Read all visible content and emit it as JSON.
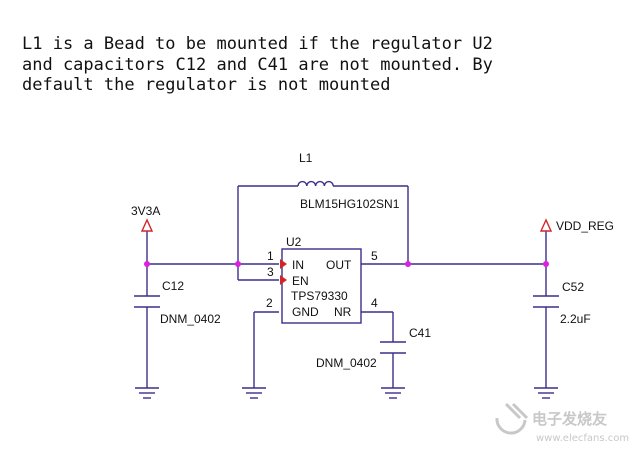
{
  "note": {
    "line1": "L1 is a Bead to be mounted if the regulator U2",
    "line2": "and capacitors C12 and C41 are not mounted. By",
    "line3": "default the regulator is not mounted"
  },
  "inductor": {
    "ref": "L1",
    "value": "BLM15HG102SN1"
  },
  "ic": {
    "ref": "U2",
    "part": "TPS79330",
    "pins": {
      "in": {
        "name": "IN",
        "number": "1"
      },
      "en": {
        "name": "EN",
        "number": "3"
      },
      "out": {
        "name": "OUT",
        "number": "5"
      },
      "gnd": {
        "name": "GND",
        "number": "2"
      },
      "nr": {
        "name": "NR",
        "number": "4"
      }
    }
  },
  "nets": {
    "input": "3V3A",
    "output": "VDD_REG"
  },
  "capacitors": {
    "c12": {
      "ref": "C12",
      "value": "DNM_0402"
    },
    "c41": {
      "ref": "C41",
      "value": "DNM_0402"
    },
    "c52": {
      "ref": "C52",
      "value": "2.2uF"
    }
  },
  "colors": {
    "wire": "#3a2f8a",
    "pin_marker": "#d0262a",
    "junction": "#e01ee0"
  },
  "watermark": {
    "brand": "电子发烧友",
    "url": "www.elecfans.com"
  }
}
